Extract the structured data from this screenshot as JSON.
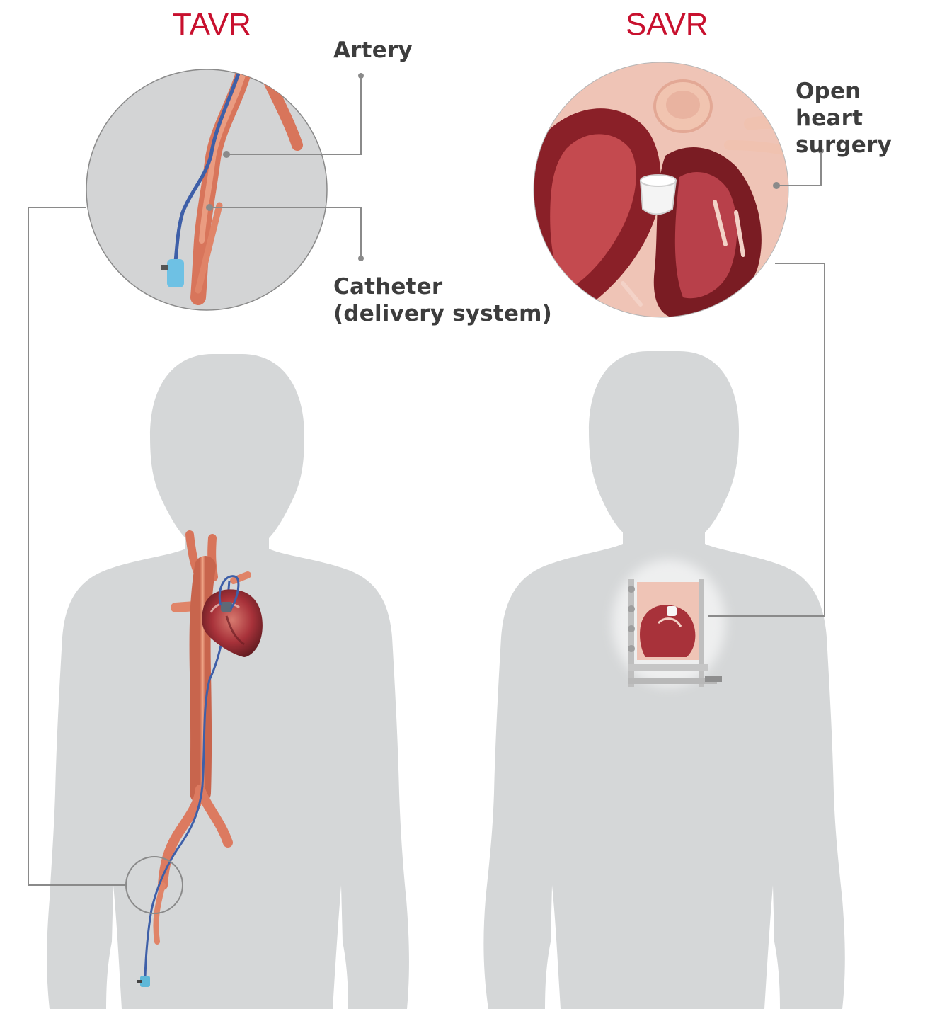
{
  "headings": {
    "tavr": "TAVR",
    "savr": "SAVR"
  },
  "labels": {
    "artery": "Artery",
    "catheter_line1": "Catheter",
    "catheter_line2": "(delivery system)",
    "open_heart_line1": "Open heart",
    "open_heart_line2": "surgery"
  },
  "colors": {
    "heading": "#c8102e",
    "label": "#3d3d3d",
    "silhouette": "#d5d7d8",
    "callout_line": "#888888",
    "artery": "#e0866a",
    "catheter": "#4a78c8",
    "heart": "#a8323a"
  }
}
